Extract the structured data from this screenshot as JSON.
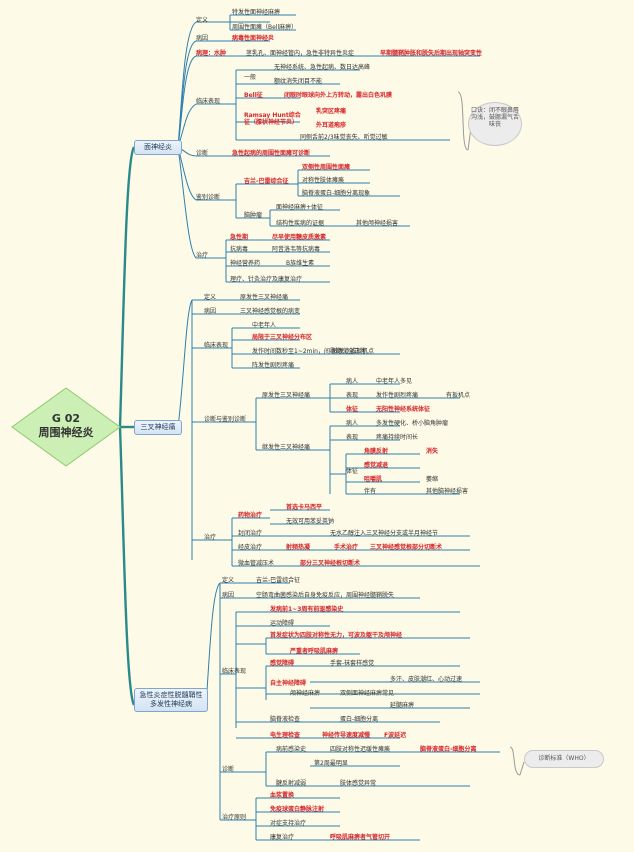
{
  "central": {
    "code": "G 02",
    "title": "周围神经炎"
  },
  "branch1": {
    "title": "面神经炎",
    "def1": "定义",
    "def1_a": "特发性面神经麻痹",
    "def1_b": "周围性面瘫（Bell麻痹）",
    "cause": "病因",
    "cause_v": "病毒性面神经炎",
    "path": "病理：水肿",
    "path_a": "茎乳孔、面神经管内，急性非特异性炎症",
    "path_b": "早期髓鞘肿胀和脱失后期出现轴突变性",
    "clin": "临床表现",
    "c1": "一般",
    "c1a": "无神经系统、急性起病、数日达高峰",
    "c1b": "额纹消失闭目不能",
    "c2": "Bell征",
    "c2v": "闭眼时眼球向外上方转动，露出白色巩膜",
    "c3": "Ramsay Hunt综合征（膝状神经节炎）",
    "c3a": "乳突区疼痛",
    "c3b": "外耳道疱疹",
    "c4": "同侧舌前2/3味觉丧失、听觉过敏",
    "bubble": "口诀：闭不眼鼻唇沟浅，鼓腮漏气舌味丧",
    "diag": "诊断",
    "diag_v": "急性起病的周围性面瘫可诊断",
    "dd": "鉴别诊断",
    "dd1": "吉兰-巴雷综合征",
    "dd1a": "双侧性周围性面瘫",
    "dd1b": "对称性肢体瘫痪",
    "dd1c": "脑脊液蛋白-细胞分离现象",
    "dd2": "脑肿瘤",
    "dd2a": "面神经麻痹+体征",
    "dd2b": "结构性疾病的证据",
    "dd2c": "其他颅神经损害",
    "tx": "治疗",
    "tx1": "急性期",
    "tx1v": "尽早使用糖皮质激素",
    "tx2": "抗病毒",
    "tx2v": "阿昔洛韦等抗病毒",
    "tx3": "神经营养药",
    "tx3v": "B族维生素",
    "tx4": "理疗、针灸治疗及康复治疗"
  },
  "branch2": {
    "title": "三叉神经痛",
    "def": "定义",
    "def_v": "原发性三叉神经痛",
    "cause": "病因",
    "cause_v": "三叉神经感觉根的病变",
    "clin": "临床表现",
    "k1": "中老年人",
    "k2": "局限于三叉神经分布区",
    "k3": "发作时间数秒至1~2min，间歇期完全正常",
    "k3b": "触发点或扳机点",
    "k4": "阵发性剧烈疼痛",
    "dd": "诊断与鉴别诊断",
    "p": "原发性三叉神经痛",
    "p1": "病人",
    "p1v": "中老年人多见",
    "p2": "表现",
    "p2v": "发作性剧烈疼痛",
    "p2w": "有扳机点",
    "p3": "体征",
    "p3v": "无阳性神经系统体征",
    "s": "继发性三叉神经痛",
    "s1": "病人",
    "s1v": "多发性硬化、桥小脑角肿瘤",
    "s2": "表现",
    "s2v": "疼痛持续时间长",
    "s3": "体征",
    "s3a": "角膜反射",
    "s3av": "消失",
    "s3b": "感觉减退",
    "s3c": "咀嚼肌",
    "s3cv": "萎缩",
    "s3d": "伴有",
    "s3dv": "其他脑神经损害",
    "tx": "治疗",
    "tx1": "药物治疗",
    "tx1a": "首选卡马西平",
    "tx1b": "无效可用苯妥英钠",
    "tx2": "封闭治疗",
    "tx2v": "无水乙醇注入三叉神经分支或半月神经节",
    "tx3": "经皮治疗",
    "tx3v": "射频热凝",
    "tx4": "手术治疗",
    "tx4v": "三叉神经感觉根部分切断术",
    "tx5": "微血管减压术",
    "tx5v": "部分三叉神经根切断术"
  },
  "branch3": {
    "title": "急性炎症性脱髓鞘性多发性神经病",
    "def": "定义",
    "def_v": "吉兰-巴雷综合征",
    "cause": "病因",
    "cause_v": "空肠弯曲菌感染后自身免疫反应，周围神经髓鞘脱失",
    "clin": "临床表现",
    "c0": "发病前1~3周有前驱感染史",
    "motor": "运动障碍",
    "motor1": "首发症状为四肢对称性无力，可波及躯干及颅神经",
    "motor2": "严重者呼吸肌麻痹",
    "motor3": "腱反射减弱",
    "sens": "感觉障碍",
    "sens1": "手套-袜套样感觉",
    "sens2": "肢体感觉异常",
    "auto": "自主神经障碍",
    "auto1": "多汗、皮肤潮红、心动过速",
    "nerve": "颅神经麻痹",
    "nerve1": "双侧面神经麻痹常见",
    "nerve2": "延髓麻痹",
    "csf": "脑脊液检查",
    "csf1": "蛋白-细胞分离",
    "csf2": "第2周最明显",
    "emg": "电生理检查",
    "emg1": "神经传导速度减慢",
    "emg2": "F波延迟",
    "dx": "诊断",
    "dx1": "病前感染史",
    "dx2": "四肢对称性迟缓性瘫痪",
    "dx3": "脑脊液蛋白-细胞分离",
    "bubble": "诊断标准（WHO）",
    "tx": "治疗原则",
    "tx1": "血浆置换",
    "tx2": "免疫球蛋白静脉注射",
    "tx3": "呼吸肌麻痹者气管切开",
    "tx4": "对症支持治疗",
    "tx5": "康复治疗"
  }
}
